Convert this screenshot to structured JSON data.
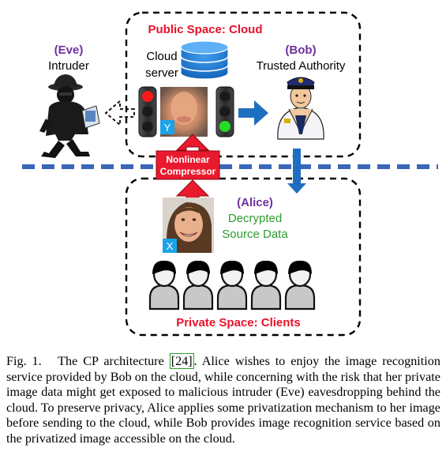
{
  "figure": {
    "public_space_label": "Public Space: Cloud",
    "private_space_label": "Private Space: Clients",
    "eve": {
      "name": "(Eve)",
      "role": "Intruder"
    },
    "cloud_server": {
      "line1": "Cloud",
      "line2": "server"
    },
    "bob": {
      "name": "(Bob)",
      "role": "Trusted Authority"
    },
    "alice": {
      "name": "(Alice)",
      "line1": "Decrypted",
      "line2": "Source Data"
    },
    "compressor": {
      "line1": "Nonlinear",
      "line2": "Compressor"
    },
    "badge_y": "Y",
    "badge_x": "X",
    "client_count": 5
  },
  "caption": {
    "label": "Fig. 1.",
    "text_before_cite": "The CP architecture ",
    "cite": "[24]",
    "text_after_cite": ". Alice wishes to enjoy the image recognition service provided by Bob on the cloud, while concerning with the risk that her private image data might get exposed to malicious intruder (Eve) eavesdropping behind the cloud. To preserve privacy, Alice applies some privatization mechanism to her image before sending to the cloud, while Bob provides image recognition service based on the privatized image accessible on the cloud."
  },
  "colors": {
    "red_label": "#e8102a",
    "purple_name": "#7030a0",
    "green_text": "#2e9c2e",
    "blue_arrow": "#1f6fc0",
    "dashed_divider": "#3a66b8",
    "database_blue": "#1a7ad9",
    "badge_blue": "#1aa3e8",
    "compressor_red": "#e8102a",
    "cite_border": "#2e9c2e"
  },
  "icons": [
    "database-icon",
    "traffic-light-red-icon",
    "traffic-light-green-icon",
    "intruder-icon",
    "police-officer-icon",
    "client-person-icon",
    "face-photo"
  ]
}
